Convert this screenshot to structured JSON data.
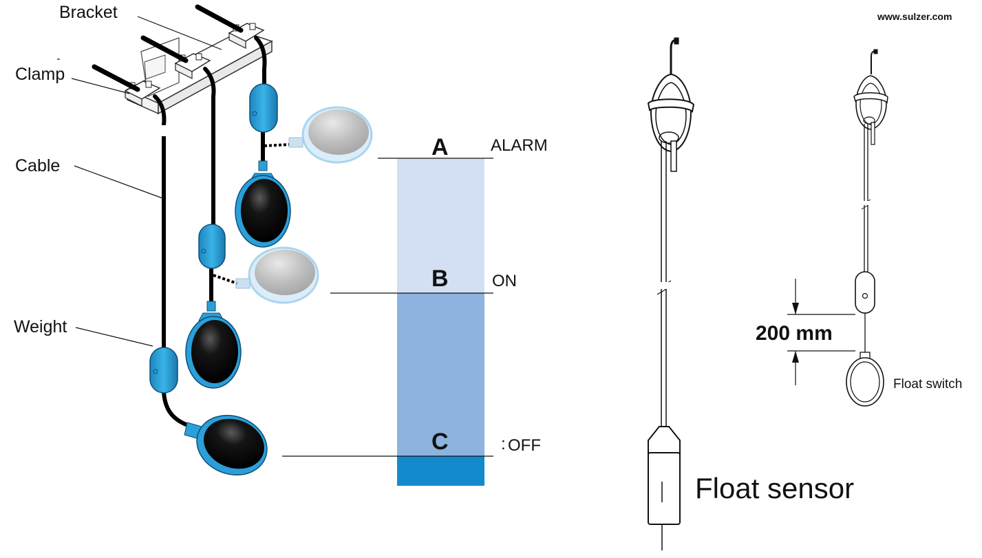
{
  "labels": {
    "bracket": "Bracket",
    "clamp": "Clamp",
    "cable": "Cable",
    "weight": "Weight"
  },
  "levels": [
    {
      "letter": "A",
      "state": "ALARM"
    },
    {
      "letter": "B",
      "state": "ON"
    },
    {
      "letter": "C",
      "state": "OFF"
    }
  ],
  "website": "www.sulzer.com",
  "float_sensor_label": "Float sensor",
  "dimension": "200 mm",
  "float_switch_label": "Float switch",
  "colors": {
    "float_blue": "#2b9fd8",
    "float_body": "#0a0a0a",
    "level_light": "#d3dff3",
    "level_mid": "#8db3de",
    "level_dark": "#138acb"
  }
}
